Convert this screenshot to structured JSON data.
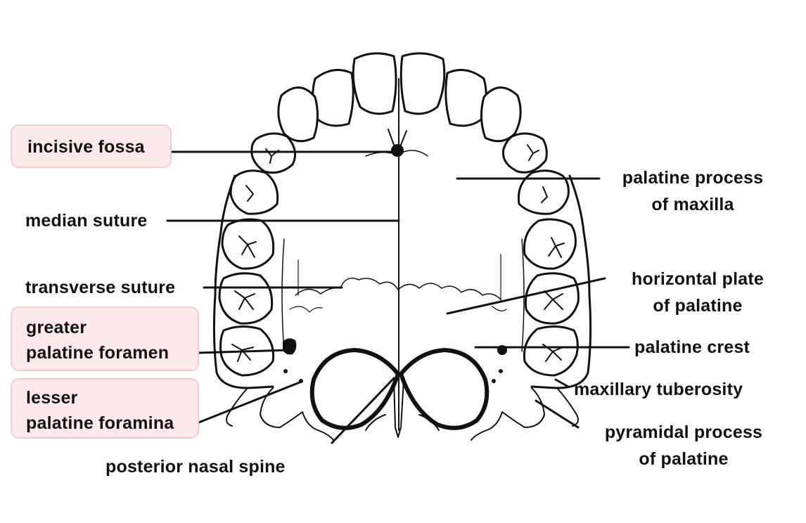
{
  "labels": {
    "incisive_fossa": "incisive fossa",
    "median_suture": "median suture",
    "transverse_suture": "transverse suture",
    "greater_palatine_foramen": [
      "greater",
      "palatine foramen"
    ],
    "lesser_palatine_foramina": [
      "lesser",
      "palatine foramina"
    ],
    "posterior_nasal_spine": "posterior nasal spine",
    "palatine_process_of_maxilla": [
      "palatine process",
      "of maxilla"
    ],
    "horizontal_plate_of_palatine": [
      "horizontal plate",
      "of palatine"
    ],
    "palatine_crest": "palatine crest",
    "maxillary_tuberosity": "maxillary tuberosity",
    "pyramidal_process_of_palatine": [
      "pyramidal process",
      "of palatine"
    ]
  },
  "colors": {
    "highlight_fill": "#fde9e9",
    "highlight_border": "#f5c9c9",
    "ink": "#111111"
  }
}
